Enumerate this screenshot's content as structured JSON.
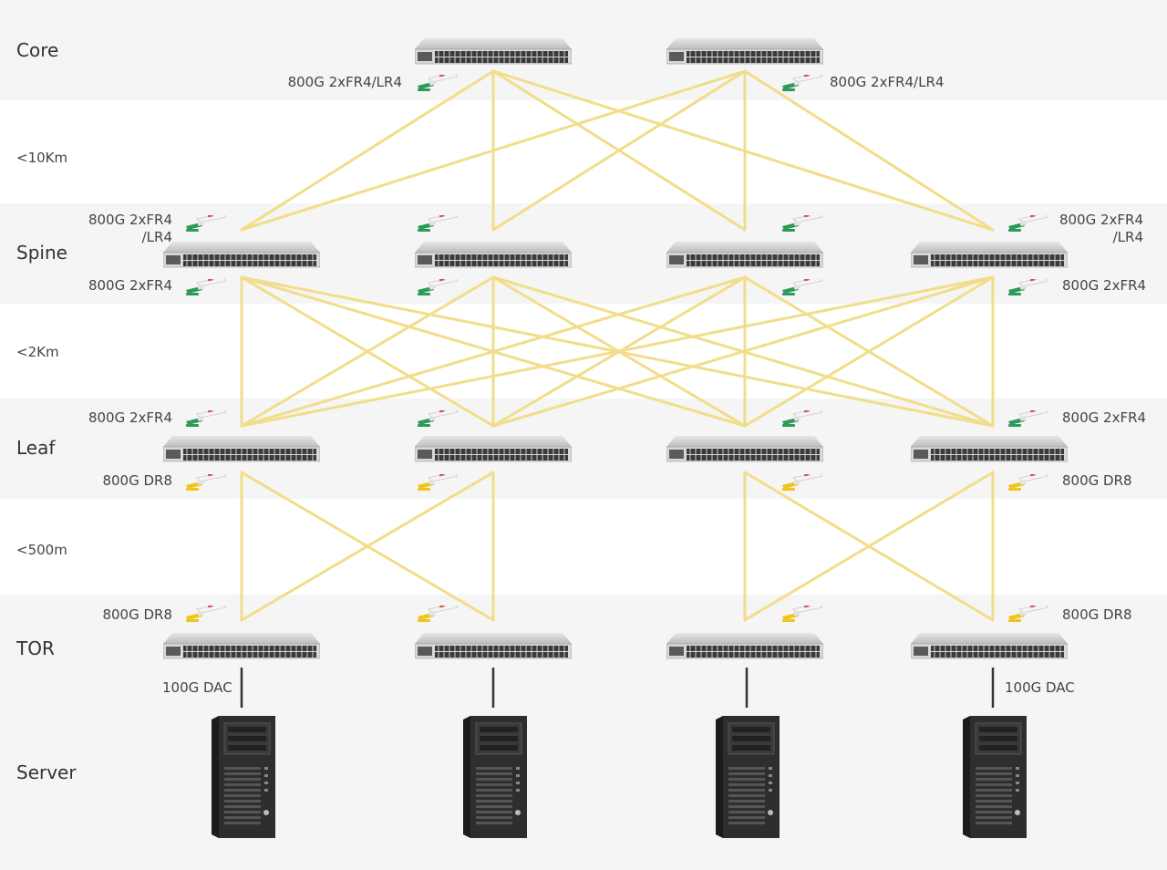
{
  "tiers": {
    "core": "Core",
    "spine": "Spine",
    "leaf": "Leaf",
    "tor": "TOR",
    "server": "Server"
  },
  "distances": {
    "core_spine": "<10Km",
    "spine_leaf": "<2Km",
    "leaf_tor": "<500m"
  },
  "modules": {
    "core_left": "800G 2xFR4/LR4",
    "core_right": "800G 2xFR4/LR4",
    "spine_up_left_1": "800G 2xFR4",
    "spine_up_left_2": "/LR4",
    "spine_up_right_1": "800G 2xFR4",
    "spine_up_right_2": "/LR4",
    "spine_down_left": "800G 2xFR4",
    "spine_down_right": "800G 2xFR4",
    "leaf_up_left": "800G 2xFR4",
    "leaf_up_right": "800G 2xFR4",
    "leaf_down_left": "800G DR8",
    "leaf_down_right": "800G DR8",
    "tor_up_left": "800G DR8",
    "tor_up_right": "800G DR8"
  },
  "cables": {
    "left": "100G DAC",
    "right": "100G DAC"
  },
  "colors": {
    "band": "#f5f5f5",
    "link": "#f1dd8a",
    "switch_body": "#c9c9c9",
    "server_body": "#2e2e2e",
    "module_green": "#2e9a5a",
    "module_yellow": "#f0c419"
  }
}
